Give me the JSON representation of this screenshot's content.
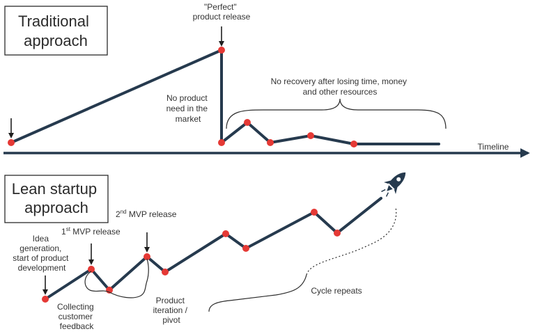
{
  "traditional": {
    "title_lines": [
      "Traditional",
      "approach"
    ],
    "perfect_release_lines": [
      "\"Perfect\"",
      "product release"
    ],
    "no_need_lines": [
      "No product",
      "need in the",
      "market"
    ],
    "no_recovery_lines": [
      "No recovery after losing time, money",
      "and other resources"
    ]
  },
  "timeline_label": "Timeline",
  "lean": {
    "title_lines": [
      "Lean startup",
      "approach"
    ],
    "idea_lines": [
      "Idea",
      "generation,",
      "start of product",
      "development"
    ],
    "mvp1_label": {
      "num": "1",
      "sup": "st",
      "rest": " MVP release"
    },
    "mvp2_label": {
      "num": "2",
      "sup": "nd",
      "rest": " MVP release"
    },
    "collecting_lines": [
      "Collecting",
      "customer",
      "feedback"
    ],
    "iteration_lines": [
      "Product",
      "iteration /",
      "pivot"
    ],
    "cycle_label": "Cycle repeats"
  },
  "icons": {
    "rocket": "rocket-icon"
  },
  "colors": {
    "line": "#263a4e",
    "dot": "#e53935",
    "text": "#333333"
  }
}
